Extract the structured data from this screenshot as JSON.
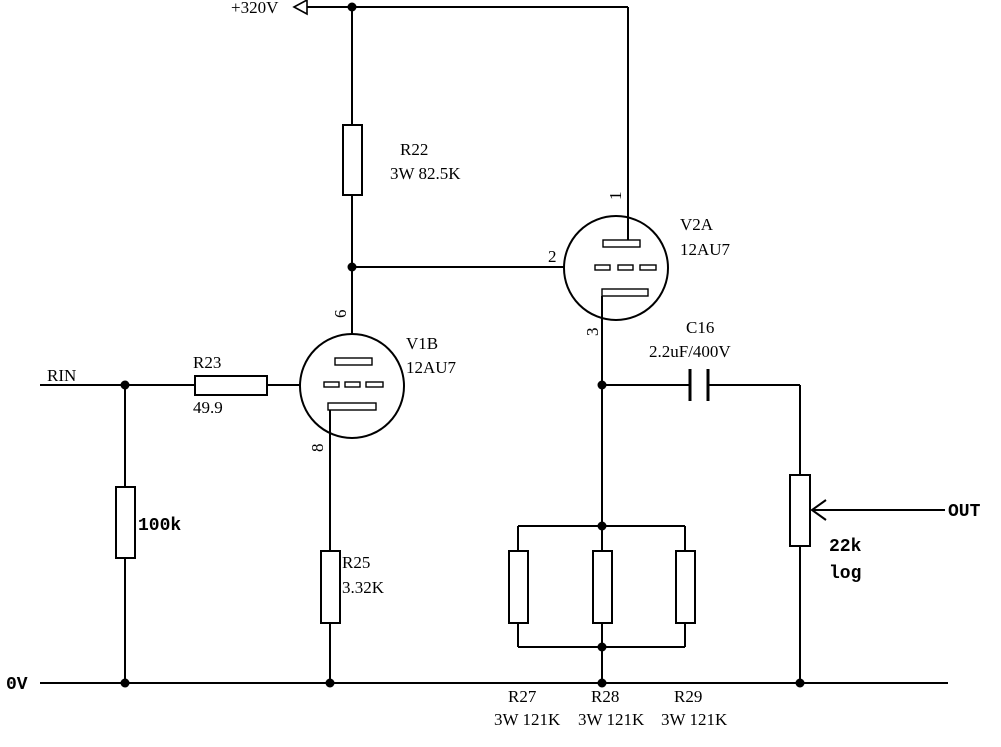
{
  "nets": {
    "supply": "+320V",
    "ground": "0V",
    "input": "RIN",
    "output": "OUT"
  },
  "components": {
    "r22": {
      "ref": "R22",
      "value": "3W 82.5K"
    },
    "r23": {
      "ref": "R23",
      "value": "49.9"
    },
    "r_input": {
      "value": "100k"
    },
    "r25": {
      "ref": "R25",
      "value": "3.32K"
    },
    "r27": {
      "ref": "R27",
      "value": "3W 121K"
    },
    "r28": {
      "ref": "R28",
      "value": "3W 121K"
    },
    "r29": {
      "ref": "R29",
      "value": "3W 121K"
    },
    "c16": {
      "ref": "C16",
      "value": "2.2uF/400V"
    },
    "pot": {
      "value": "22k",
      "taper": "log"
    },
    "v1b": {
      "ref": "V1B",
      "type": "12AU7",
      "pin_plate": "6",
      "pin_cathode": "8"
    },
    "v2a": {
      "ref": "V2A",
      "type": "12AU7",
      "pin_plate": "1",
      "pin_grid": "2",
      "pin_cathode": "3"
    }
  }
}
